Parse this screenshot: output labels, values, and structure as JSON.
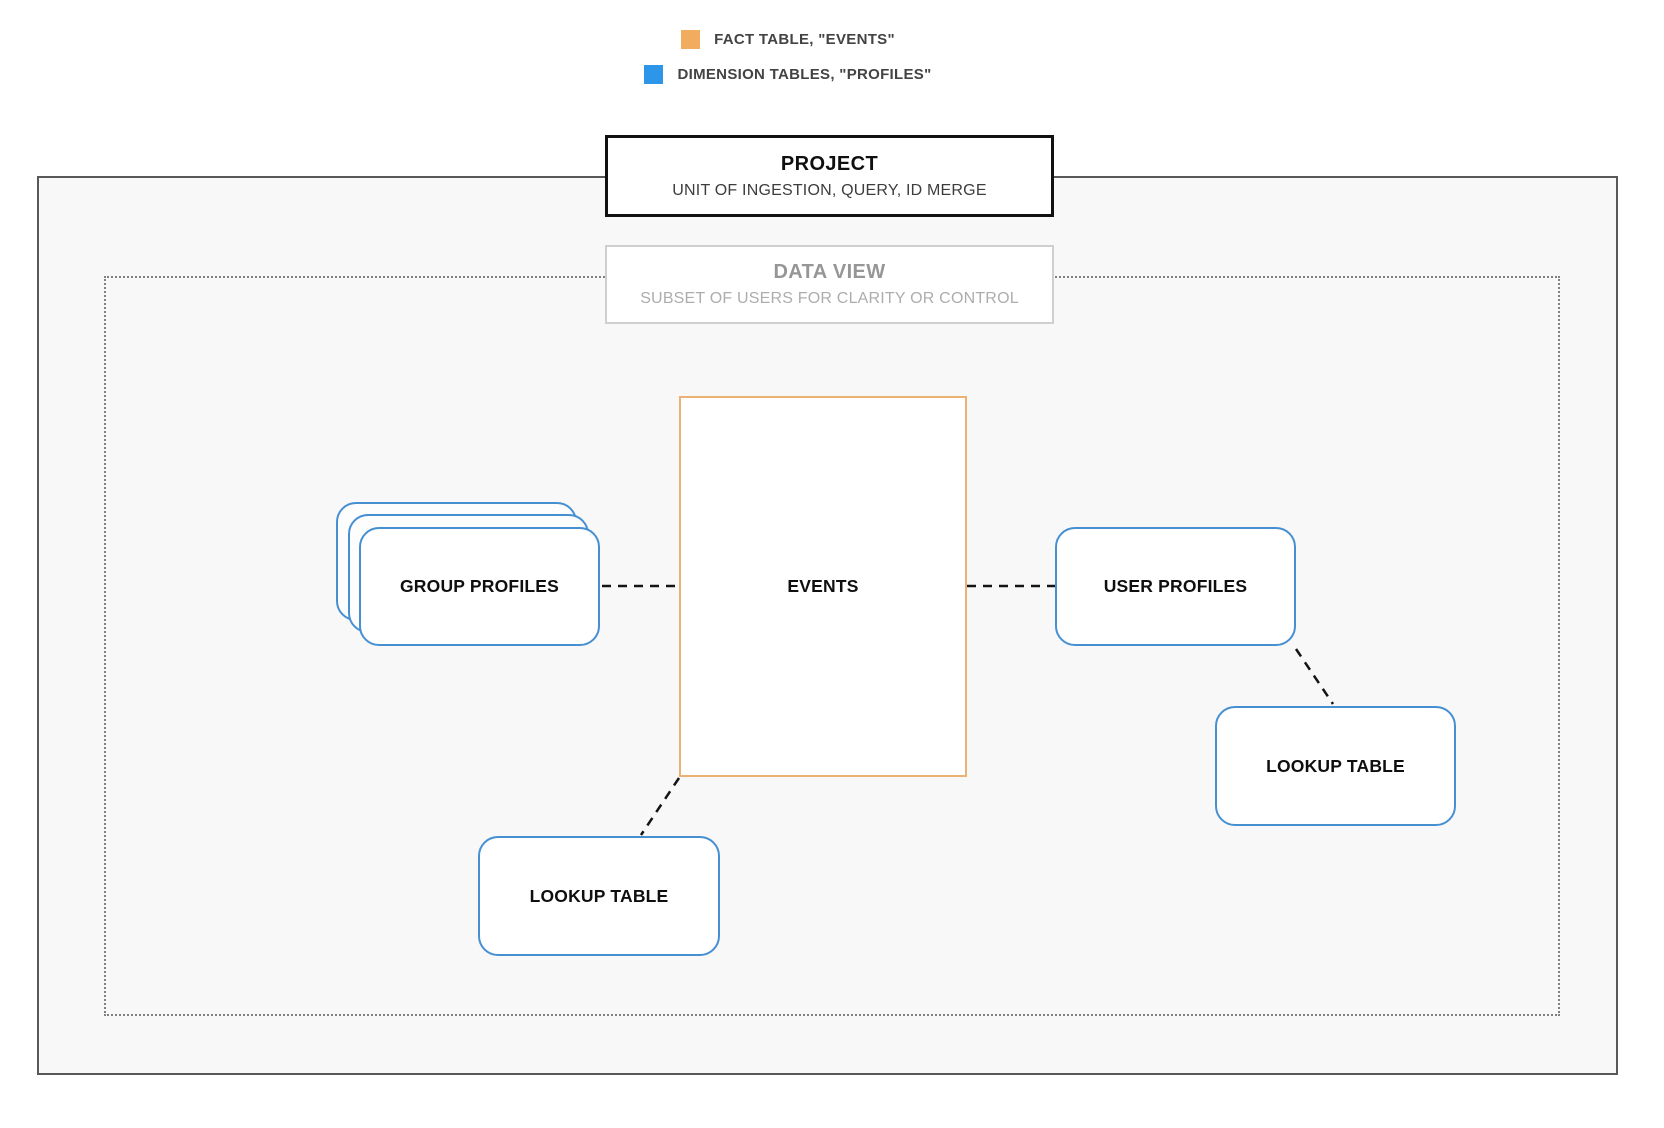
{
  "legend": {
    "items": [
      {
        "label": "FACT TABLE, \"EVENTS\"",
        "color": "#f2ac60"
      },
      {
        "label": "DIMENSION TABLES, \"PROFILES\"",
        "color": "#2d96e8"
      }
    ]
  },
  "project": {
    "title": "PROJECT",
    "subtitle": "UNIT OF INGESTION, QUERY, ID MERGE"
  },
  "data_view": {
    "title": "DATA VIEW",
    "subtitle": "SUBSET OF USERS FOR CLARITY OR CONTROL"
  },
  "nodes": {
    "events": {
      "label": "EVENTS",
      "type": "fact",
      "border_color": "#ecb273"
    },
    "group_profiles": {
      "label": "GROUP PROFILES",
      "type": "dimension",
      "border_color": "#4690d2"
    },
    "user_profiles": {
      "label": "USER PROFILES",
      "type": "dimension",
      "border_color": "#4690d2"
    },
    "lookup_table_right": {
      "label": "LOOKUP TABLE",
      "type": "dimension",
      "border_color": "#4690d2"
    },
    "lookup_table_bottom": {
      "label": "LOOKUP TABLE",
      "type": "dimension",
      "border_color": "#4690d2"
    }
  },
  "colors": {
    "connector": "#141414",
    "outer_border": "#58585a",
    "dotted_border": "#808080",
    "canvas_background": "#f8f8f9"
  }
}
